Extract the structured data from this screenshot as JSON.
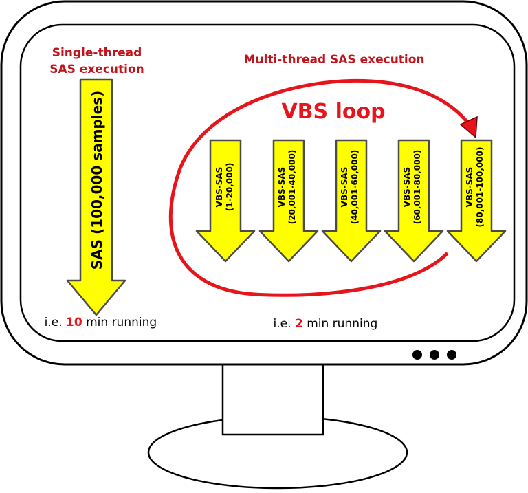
{
  "single_thread": {
    "title_line1": "Single-thread",
    "title_line2": "SAS execution",
    "arrow_label": "SAS (100,000 samples)",
    "caption_prefix": "i.e. ",
    "caption_value": "10",
    "caption_suffix": " min running"
  },
  "multi_thread": {
    "title": "Multi-thread SAS execution",
    "loop_label": "VBS loop",
    "arrows": [
      {
        "line1": "VBS-SAS",
        "line2": "(1-20,000)"
      },
      {
        "line1": "VBS-SAS",
        "line2": "(20,001-40,000)"
      },
      {
        "line1": "VBS-SAS",
        "line2": "(40,001-60,000)"
      },
      {
        "line1": "VBS-SAS",
        "line2": "(60,001-80,000)"
      },
      {
        "line1": "VBS-SAS",
        "line2": "(80,001-100,000)"
      }
    ],
    "caption_prefix": "i.e. ",
    "caption_value": "2",
    "caption_suffix": " min running"
  },
  "colors": {
    "arrow_fill": "#ffff00",
    "arrow_stroke": "#4a4a4a",
    "title_red": "#c0141c",
    "loop_red": "#e8141c"
  },
  "icons": [
    "monitor-frame",
    "monitor-stand",
    "monitor-buttons"
  ]
}
